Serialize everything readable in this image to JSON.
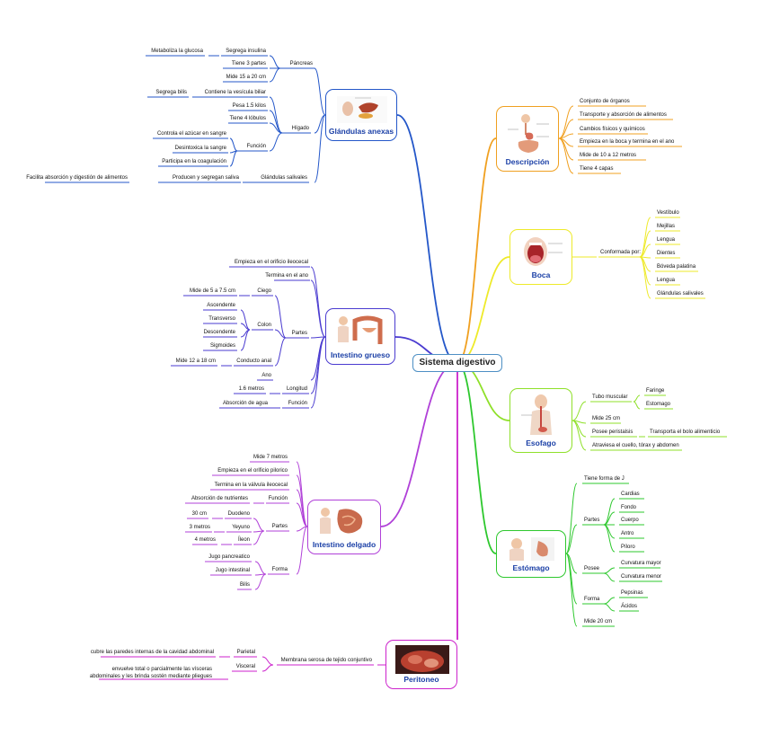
{
  "center": "Sistema digestivo",
  "colors": {
    "anexas": "#2457c9",
    "descripcion": "#f0a020",
    "boca": "#eeea2a",
    "esofago": "#8fe02a",
    "estomago": "#2ec82e",
    "grueso": "#4a3bd0",
    "delgado": "#b040d8",
    "peritoneo": "#cc22cc"
  },
  "nodes": {
    "anexas": "Glándulas anexas",
    "descripcion": "Descripción",
    "boca": "Boca",
    "esofago": "Esofago",
    "estomago": "Estómago",
    "grueso": "Intestino grueso",
    "delgado": "Intestino delgado",
    "peritoneo": "Peritoneo"
  },
  "anexas": {
    "pancreas": "Páncreas",
    "p1": "Segrega insulina",
    "p1a": "Metaboliza la glucosa",
    "p2": "Tiene 3 partes",
    "p3": "Mide 15 a 20 cm",
    "higado": "Hígado",
    "h1": "Contiene la vesícula biliar",
    "h1a": "Segrega bilis",
    "h2": "Pesa 1.5 kilos",
    "h3": "Tiene 4 lóbulos",
    "funcion": "Función",
    "f1": "Controla el azúcar en sangre",
    "f2": "Desintoxica la sangre",
    "f3": "Participa en la coagulación",
    "salivales": "Glándulas salivales",
    "s1": "Producen y segregan saliva",
    "s1a": "Facilita absorción y digestión de alimentos"
  },
  "descripcion": {
    "d1": "Conjunto de órganos",
    "d2": "Transporte y absorción de alimentos",
    "d3": "Cambios físicos y químicos",
    "d4": "Empieza en la boca y termina en el ano",
    "d5": "Mide de 10 a 12 metros",
    "d6": "Tiene 4 capas"
  },
  "boca": {
    "conformada": "Conformada por:",
    "items": [
      "Vestíbulo",
      "Mejillas",
      "Lengua",
      "Dientes",
      "Bóveda palatina",
      "Lengua",
      "Glándulas salivales"
    ]
  },
  "esofago": {
    "tubo": "Tubo muscular",
    "faringe": "Faringe",
    "estomago": "Estomago",
    "mide": "Mide 25 cm",
    "posee": "Posee peristalsis",
    "transporta": "Transporta el bolo alimenticio",
    "atraviesa": "Atraviesa el cuello, tórax y abdomen"
  },
  "estomago": {
    "forma_j": "Tiene forma de J",
    "partes": "Partes",
    "partes_items": [
      "Cardias",
      "Fondo",
      "Cuerpo",
      "Antro",
      "Píloro"
    ],
    "posee": "Posee",
    "posee_items": [
      "Curvatura mayor",
      "Curvatura menor"
    ],
    "forma": "Forma",
    "forma_items": [
      "Pepsinas",
      "Ácidos"
    ],
    "mide": "Mide 20 cm"
  },
  "grueso": {
    "g1": "Empieza en el orificio ileocecal",
    "g2": "Termina en el ano",
    "partes": "Partes",
    "ciego": "Ciego",
    "ciego_a": "Mide de 5 a 7.5 cm",
    "colon": "Colon",
    "colon_items": [
      "Ascendente",
      "Transverso",
      "Descendente",
      "Sigmoides"
    ],
    "conducto": "Conducto anal",
    "conducto_a": "Mide 12 a 18 cm",
    "ano": "Ano",
    "longitud": "Longitud",
    "longitud_a": "1.6 metros",
    "funcion": "Función",
    "funcion_a": "Absorción de agua"
  },
  "delgado": {
    "d1": "Mide 7 metros",
    "d2": "Empieza en el orificio pilorico",
    "d3": "Termina en la válvula ileocecal",
    "funcion": "Función",
    "funcion_a": "Absorción de nutrientes",
    "partes": "Partes",
    "duodeno": "Duodeno",
    "duodeno_a": "30 cm",
    "yeyuno": "Yeyuno",
    "yeyuno_a": "3 metros",
    "ileon": "Íleon",
    "ileon_a": "4 metros",
    "forma": "Forma",
    "forma_items": [
      "Jugo pancreatico",
      "Jugo intestinal",
      "Bilis"
    ]
  },
  "peritoneo": {
    "membrana": "Membrana serosa de tejido conjuntivo",
    "parietal": "Parietal",
    "parietal_a": "cubre las paredes internas de la cavidad abdominal",
    "visceral": "Visceral",
    "visceral_a": "envuelve total o parcialmente las vísceras abdominales y les brinda sostén mediante pliegues"
  }
}
